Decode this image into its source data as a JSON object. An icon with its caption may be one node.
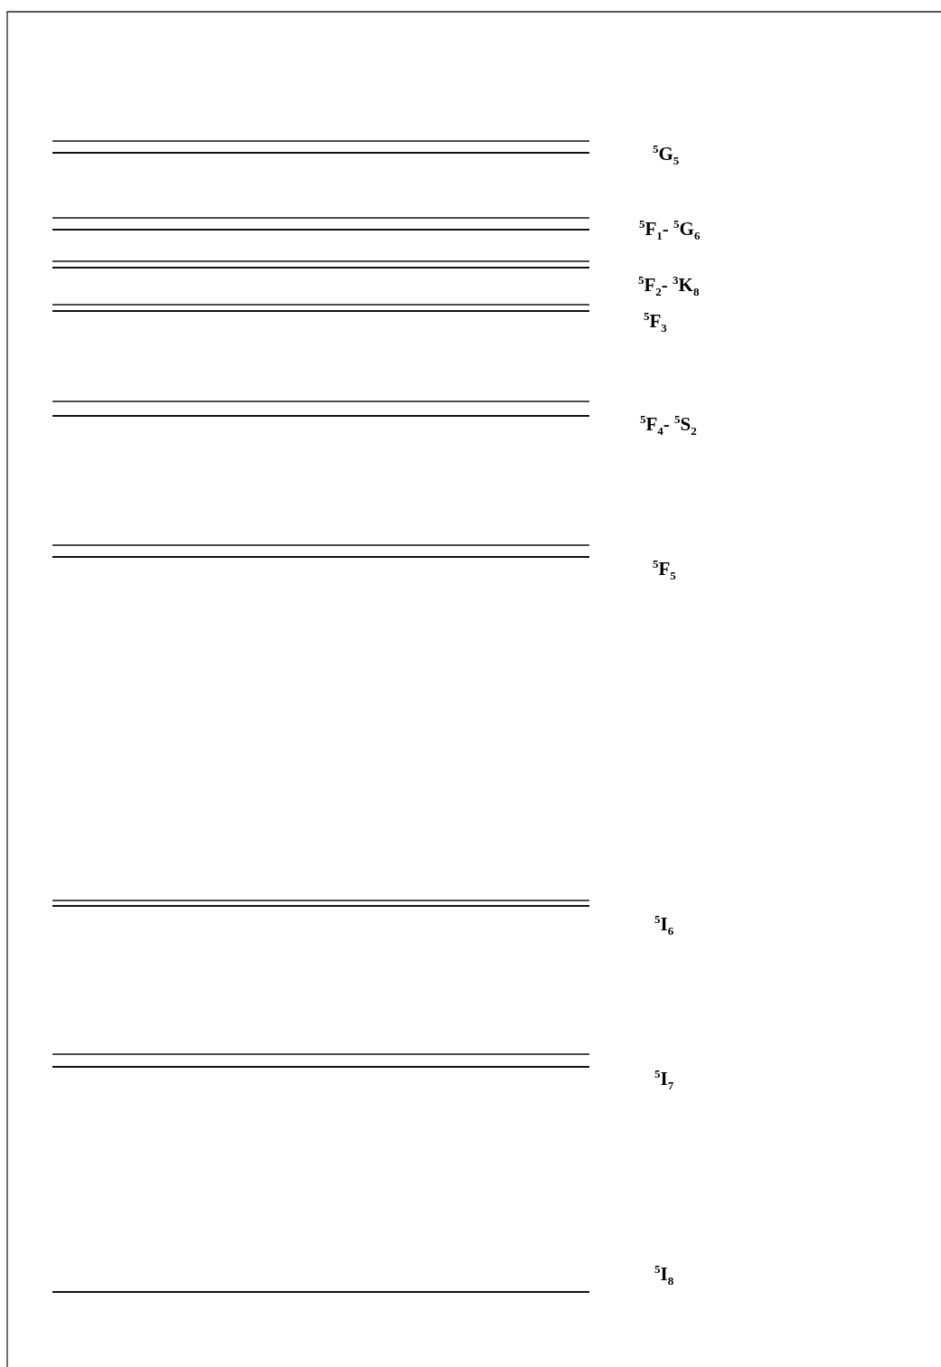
{
  "diagram": {
    "labels": [
      "$^{5}$G$_{5}$",
      "$^{5}$F$_{1}$- $^{5}$G$_{6}$",
      "$^{5}$F$_{2}$- $^{3}$K$_{8}$",
      "$^{5}$F$_{3}$",
      "$^{5}$F$_{4}$- $^{5}$S$_{2}$",
      "$^{5}$F$_{5}$",
      "$^{5}$I$_{6}$",
      "$^{5}$I$_{7}$",
      "$^{5}$I$_{8}$"
    ]
  }
}
